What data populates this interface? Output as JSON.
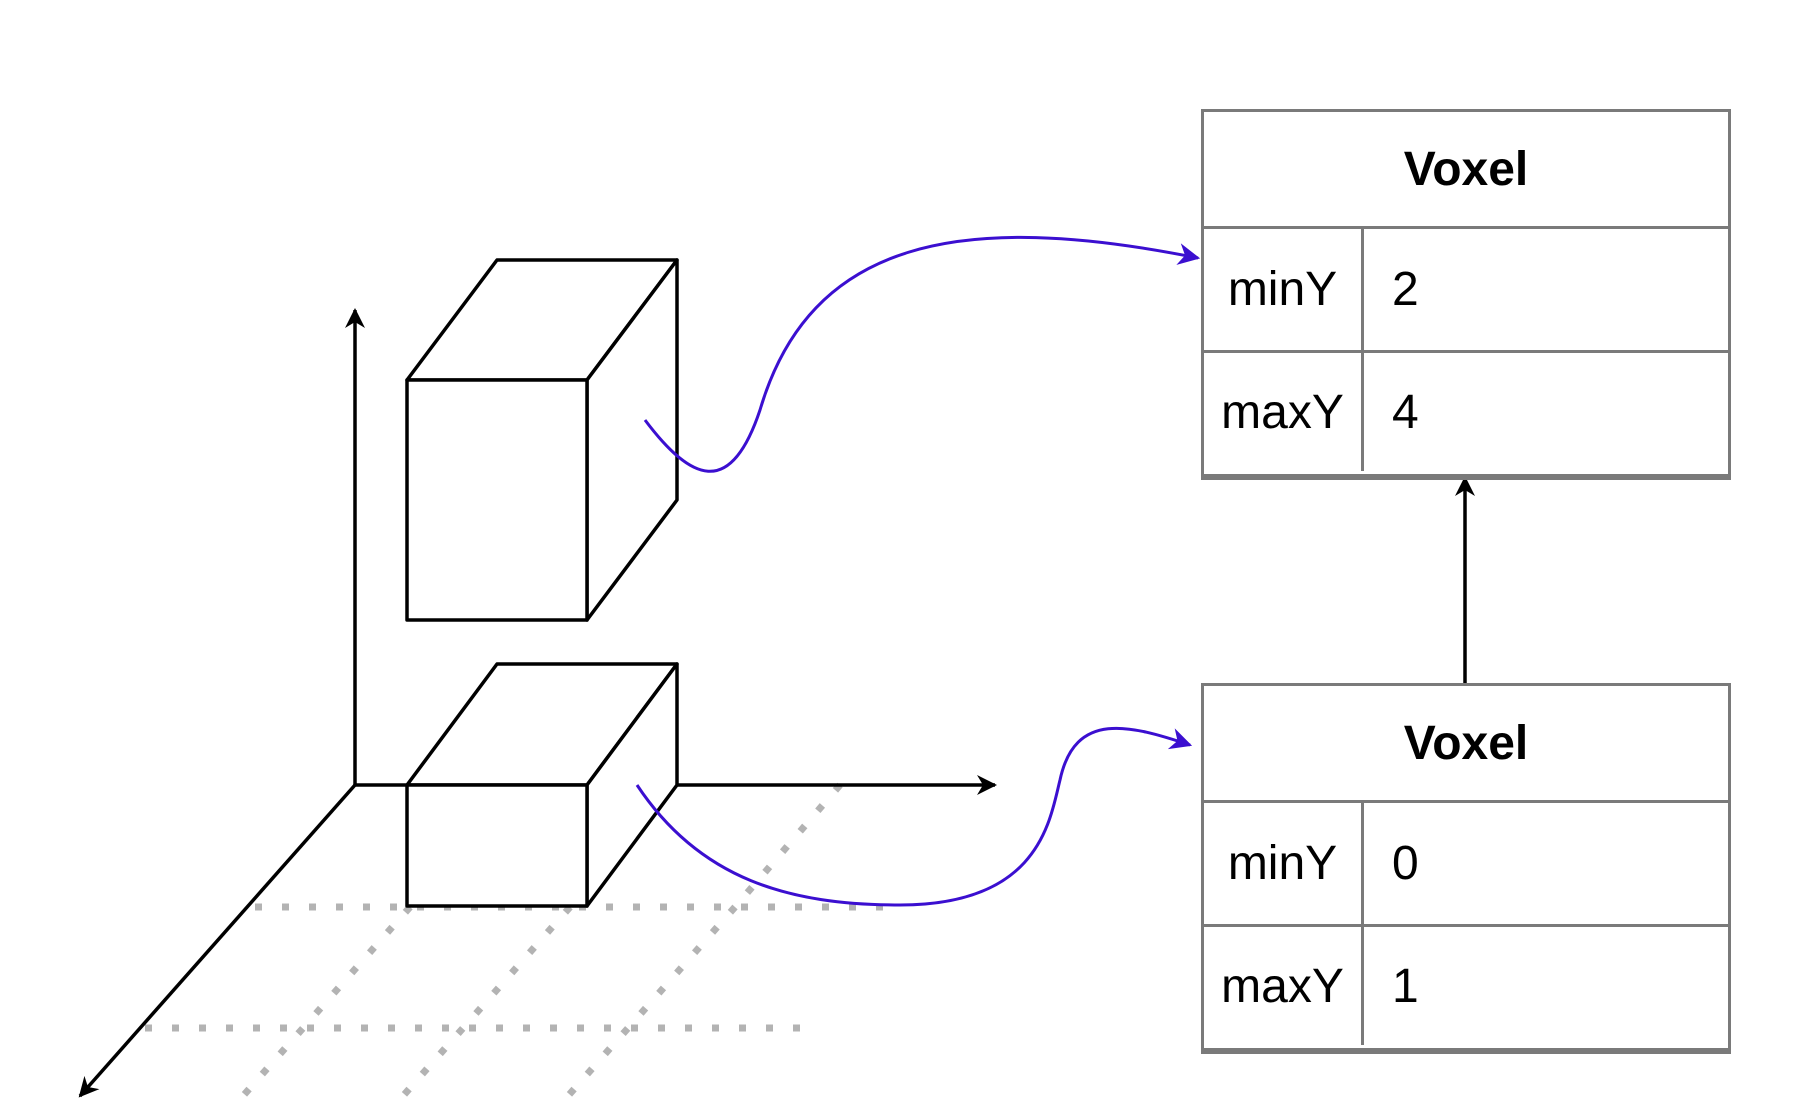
{
  "colors": {
    "stroke": "#000000",
    "link": "#3b0fd0",
    "grid": "#b3b3b3",
    "table_border": "#7a7a7a"
  },
  "voxels": {
    "top": {
      "title": "Voxel",
      "rows": [
        {
          "key": "minY",
          "value": "2"
        },
        {
          "key": "maxY",
          "value": "4"
        }
      ]
    },
    "bottom": {
      "title": "Voxel",
      "rows": [
        {
          "key": "minY",
          "value": "0"
        },
        {
          "key": "maxY",
          "value": "1"
        }
      ]
    }
  }
}
